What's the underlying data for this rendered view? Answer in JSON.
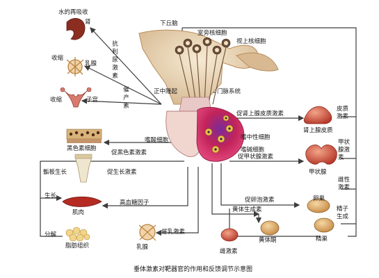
{
  "title": "垂体激素对靶器官的作用和反馈调节示意图",
  "labels": {
    "hypothalamus": "下丘脑",
    "paraventricular": "室旁核细胞",
    "supraoptic": "视上核细胞",
    "median_eminence": "正中隆起",
    "portal_system": "门脉系统",
    "kidney_effect": "水的再吸收",
    "kidney": "肾",
    "antidiuretic": "抗利尿激素",
    "oxytocin": "催产素",
    "mammary_contract": "收缩",
    "mammary_top": "乳腺",
    "uterus_contract": "收缩",
    "uterus": "子宫",
    "melanocyte": "黑色素细胞",
    "msh": "促黑色素激素",
    "acidophil": "嗜酸细胞",
    "chromophobe": "嗜中性细胞",
    "basophil": "嗜碱细胞",
    "acth": "促肾上腺皮质激素",
    "adrenal_cortex": "肾上腺皮质",
    "cortical_hormone": "皮质激素",
    "tsh": "促甲状腺激素",
    "thyroid": "甲状腺",
    "thyroid_hormone": "甲状腺激素",
    "fsh": "促卵泡激素",
    "ovary": "卵巢",
    "estrogen": "雌性激素",
    "lh": "黄体生成素",
    "spermatogenesis": "精子生成",
    "testis": "精巢",
    "progesterone": "黄体酮",
    "estrogen_bottom": "雌激素",
    "gh": "促生长激素",
    "plate_growth": "骺板生长",
    "growth": "生长",
    "hyperglycemic": "高血糖因子",
    "muscle": "肌肉",
    "decompose": "分解",
    "adipose": "脂肪组织",
    "prolactin": "催乳激素",
    "mammary_bottom": "乳腺"
  },
  "colors": {
    "arrow": "#3d3d3d",
    "brain": "#ead7b8",
    "pituitary_front": "#c2245a",
    "pituitary_back": "#e9c9c8",
    "organ_red": "#c23a2e"
  }
}
